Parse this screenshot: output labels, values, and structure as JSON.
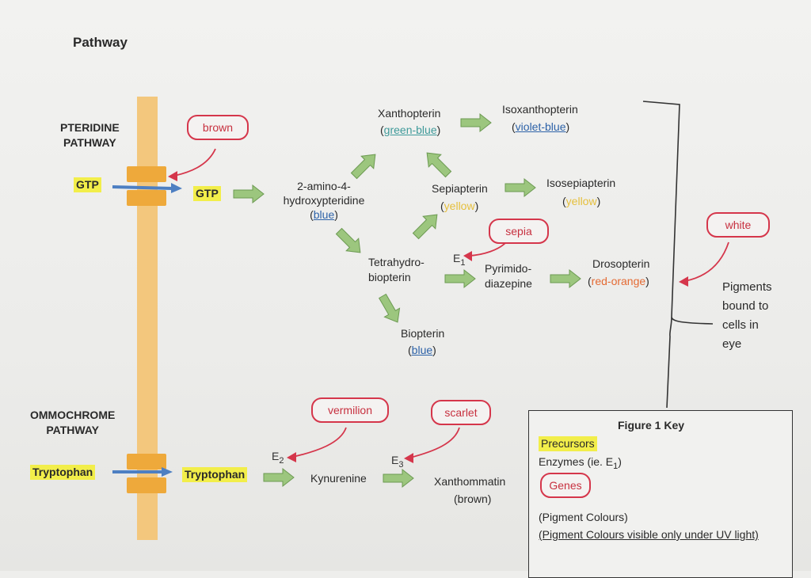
{
  "title": "Pathway",
  "pathways": {
    "pteridine": "PTERIDINE\nPATHWAY",
    "ommochrome": "OMMOCHROME\nPATHWAY"
  },
  "precursors": {
    "gtp_outside": "GTP",
    "gtp_inside": "GTP",
    "trp_outside": "Tryptophan",
    "trp_inside": "Tryptophan"
  },
  "compounds": {
    "amino": "2-amino-4-\nhydroxypteridine",
    "amino_color": "blue",
    "xanthopterin": "Xanthopterin",
    "xanthopterin_color": "green-blue",
    "isoxanthopterin": "Isoxanthopterin",
    "isoxanthopterin_color": "violet-blue",
    "sepiapterin": "Sepiapterin",
    "sepiapterin_color": "yellow",
    "isosepiapterin": "Isosepiapterin",
    "isosepiapterin_color": "yellow",
    "tetrahydro": "Tetrahydro-\nbiopterin",
    "pyrimido": "Pyrimido-\ndiazepine",
    "drosopterin": "Drosopterin",
    "drosopterin_color": "red-orange",
    "biopterin": "Biopterin",
    "biopterin_color": "blue",
    "kynurenine": "Kynurenine",
    "xanthommatin": "Xanthommatin",
    "xanthommatin_color": "(brown)"
  },
  "enzymes": {
    "e1": "E",
    "e1_sub": "1",
    "e2": "E",
    "e2_sub": "2",
    "e3": "E",
    "e3_sub": "3"
  },
  "genes": {
    "brown": "brown",
    "sepia": "sepia",
    "white": "white",
    "vermilion": "vermilion",
    "scarlet": "scarlet"
  },
  "note": "Pigments\nbound to\ncells in\neye",
  "key": {
    "title": "Figure 1 Key",
    "precursors": "Precursors",
    "enzymes": "Enzymes (ie. E",
    "enzymes_sub": "1",
    "enzymes_end": ")",
    "genes": "Genes",
    "pigment": "(Pigment Colours)",
    "pigment_uv": "(Pigment Colours visible only under UV light)"
  },
  "colors": {
    "highlight": "#f2ee4a",
    "gene_red": "#d5364b",
    "membrane": "#f0b454",
    "arrow_green": "#9cc67e",
    "blue_link": "#2d62a8",
    "orange": "#e46a33",
    "yellow_text": "#e5bf3c"
  }
}
